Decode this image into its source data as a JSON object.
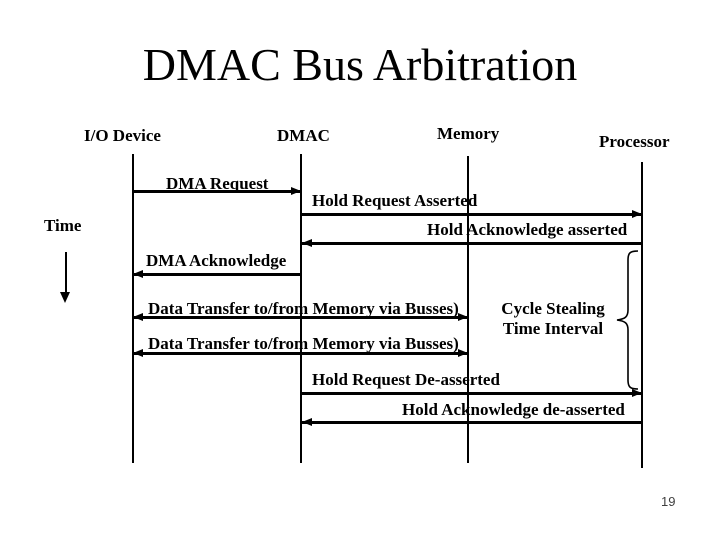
{
  "title": "DMAC Bus Arbitration",
  "time_label": "Time",
  "columns": [
    {
      "label": "I/O Device"
    },
    {
      "label": "DMAC"
    },
    {
      "label": "Memory"
    },
    {
      "label": "Processor"
    }
  ],
  "messages": [
    {
      "label": "DMA Request",
      "from": "I/O Device",
      "to": "DMAC",
      "direction": "right"
    },
    {
      "label": "Hold Request Asserted",
      "from": "DMAC",
      "to": "Processor",
      "direction": "right"
    },
    {
      "label": "Hold Acknowledge asserted",
      "from": "Processor",
      "to": "DMAC",
      "direction": "left"
    },
    {
      "label": "DMA Acknowledge",
      "from": "DMAC",
      "to": "I/O Device",
      "direction": "left"
    },
    {
      "label": "Data Transfer to/from Memory via Busses)",
      "from": "I/O Device",
      "to": "Memory",
      "direction": "both"
    },
    {
      "label": "Data Transfer to/from Memory via Busses)",
      "from": "I/O Device",
      "to": "Memory",
      "direction": "both"
    },
    {
      "label": "Hold Request De-asserted",
      "from": "DMAC",
      "to": "Processor",
      "direction": "right"
    },
    {
      "label": "Hold Acknowledge de-asserted",
      "from": "Processor",
      "to": "DMAC",
      "direction": "left"
    }
  ],
  "annotation": {
    "line1": "Cycle Stealing",
    "line2": "Time Interval"
  },
  "page_number": "19",
  "colors": {
    "ink": "#000000",
    "background": "#ffffff",
    "page_number": "#3f3f3f"
  }
}
